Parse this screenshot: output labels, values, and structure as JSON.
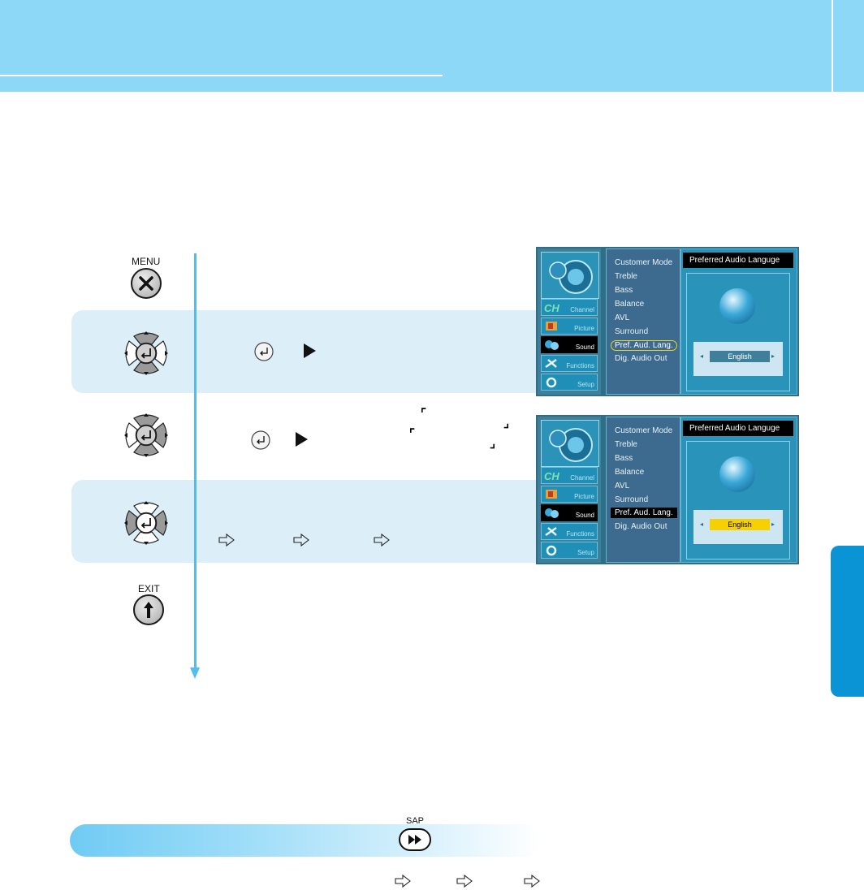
{
  "colors": {
    "header": "#8ed8f7",
    "side_tab": "#0a94d6",
    "step_band": "#dceef8",
    "flow_line": "#53bdf0"
  },
  "keys": {
    "menu_label": "MENU",
    "exit_label": "EXIT",
    "sap_label": "SAP"
  },
  "icons": {
    "menu": "close-x-icon",
    "exit": "up-arrow-icon",
    "sap": "fast-forward-icon",
    "enter": "enter-icon",
    "right": "right-triangle-icon",
    "step": "outline-arrow-icon"
  },
  "osd": {
    "categories": [
      "Channel",
      "Picture",
      "Sound",
      "Functions",
      "Setup"
    ],
    "active_category": "Sound",
    "menu_items": [
      "Customer Mode",
      "Treble",
      "Bass",
      "Balance",
      "AVL",
      "Surround",
      "Pref. Aud. Lang.",
      "Dig. Audio Out"
    ],
    "panel_title": "Preferred Audio Languge",
    "selection": "English"
  }
}
